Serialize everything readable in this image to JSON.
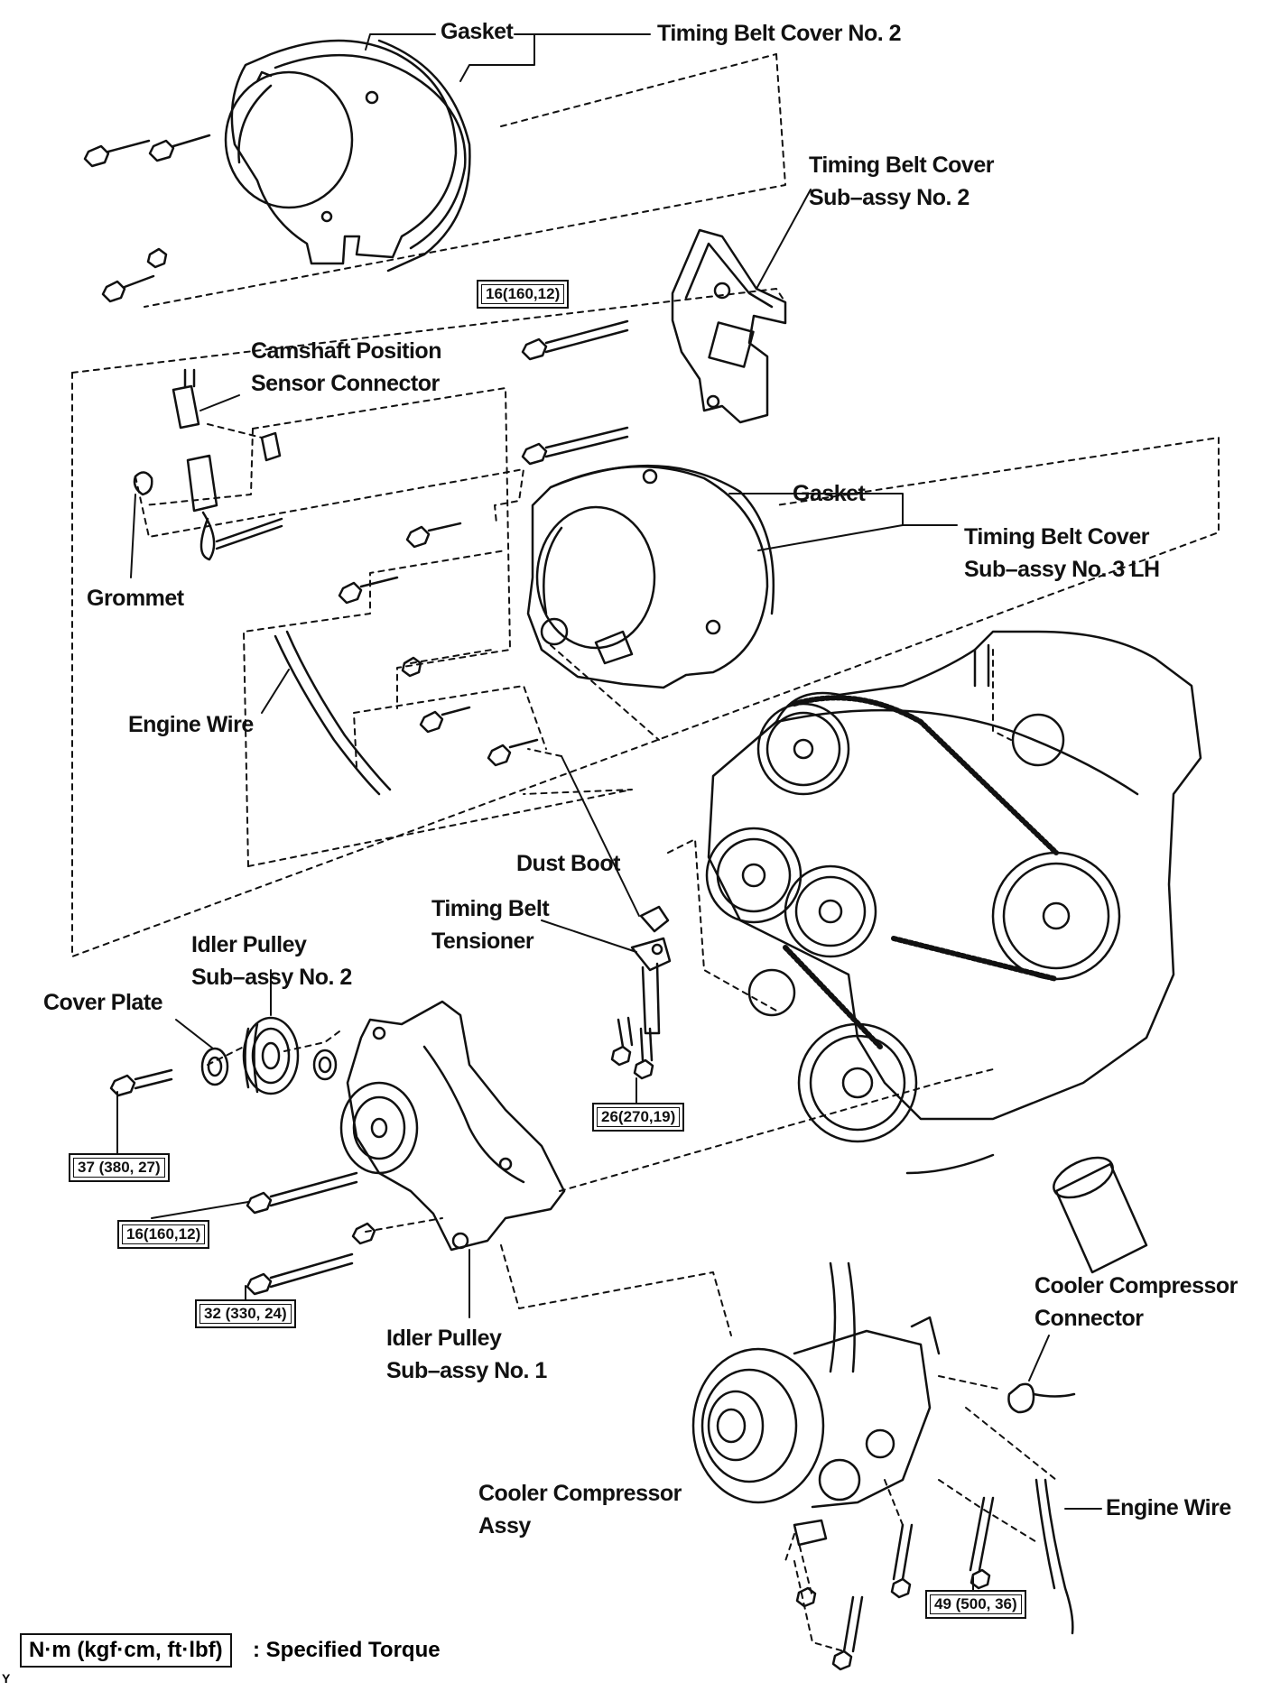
{
  "labels": {
    "gasket_top": "Gasket",
    "timing_belt_cover_2": "Timing Belt Cover No. 2",
    "timing_belt_cover_sub_2": [
      "Timing Belt Cover",
      "Sub–assy No. 2"
    ],
    "camshaft_sensor": [
      "Camshaft Position",
      "Sensor Connector"
    ],
    "gasket_mid": "Gasket",
    "timing_belt_cover_sub_3": [
      "Timing Belt Cover",
      "Sub–assy No. 3 LH"
    ],
    "grommet": "Grommet",
    "engine_wire_left": "Engine Wire",
    "dust_boot": "Dust Boot",
    "timing_belt_tensioner": [
      "Timing Belt",
      "Tensioner"
    ],
    "idler_pulley_2": [
      "Idler Pulley",
      "Sub–assy No. 2"
    ],
    "cover_plate": "Cover Plate",
    "idler_pulley_1": [
      "Idler Pulley",
      "Sub–assy No. 1"
    ],
    "cooler_compressor_connector": [
      "Cooler Compressor",
      "Connector"
    ],
    "cooler_compressor_assy": [
      "Cooler Compressor",
      "Assy"
    ],
    "engine_wire_right": "Engine Wire"
  },
  "torques": {
    "t1": "16(160,12)",
    "t2": "26(270,19)",
    "t3": "37 (380, 27)",
    "t4": "16(160,12)",
    "t5": "32 (330, 24)",
    "t6": "49 (500, 36)"
  },
  "legend": {
    "box": "N·m (kgf·cm, ft·lbf)",
    "text": ": Specified Torque"
  },
  "corner_code": "Y"
}
